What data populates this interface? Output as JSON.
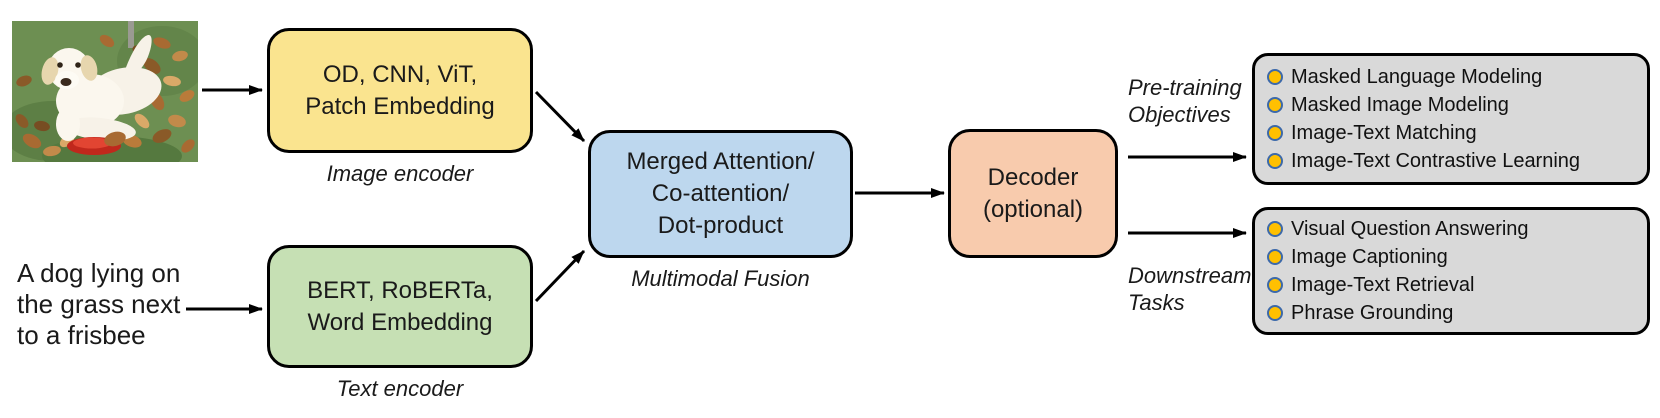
{
  "palette": {
    "image_encoder_fill": "#fae48f",
    "text_encoder_fill": "#c6e0b4",
    "fusion_fill": "#bdd7ee",
    "decoder_fill": "#f8cbad",
    "panel_fill": "#d9d9d9",
    "bullet_fill": "#ffc000",
    "bullet_border": "#3c69aa",
    "arrow_color": "#000000",
    "frisbee_color": "#c0281c"
  },
  "icons": {
    "input_image": "dog-photo",
    "bullet": "circle-bullet-icon"
  },
  "text_input": {
    "lines": [
      "A dog lying on",
      "the grass next",
      "to a frisbee"
    ]
  },
  "image_encoder": {
    "line1": "OD, CNN, ViT,",
    "line2": "Patch Embedding",
    "label": "Image encoder"
  },
  "text_encoder": {
    "line1": "BERT, RoBERTa,",
    "line2": "Word Embedding",
    "label": "Text encoder"
  },
  "fusion": {
    "line1": "Merged Attention/",
    "line2": "Co-attention/",
    "line3": "Dot-product",
    "label": "Multimodal Fusion"
  },
  "decoder": {
    "line1": "Decoder",
    "line2": "(optional)"
  },
  "pretraining": {
    "label_line1": "Pre-training",
    "label_line2": "Objectives",
    "items": [
      "Masked Language Modeling",
      "Masked Image Modeling",
      "Image-Text Matching",
      "Image-Text Contrastive Learning"
    ]
  },
  "downstream": {
    "label_line1": "Downstream",
    "label_line2": "Tasks",
    "items": [
      "Visual Question Answering",
      "Image Captioning",
      "Image-Text Retrieval",
      "Phrase Grounding"
    ]
  }
}
